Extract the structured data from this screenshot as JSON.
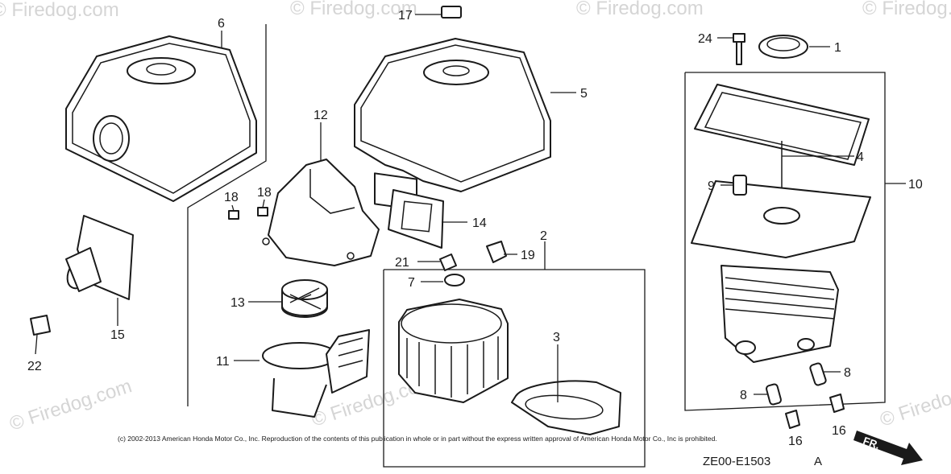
{
  "diagram": {
    "callouts": {
      "c1": "1",
      "c2": "2",
      "c3": "3",
      "c4": "4",
      "c5": "5",
      "c6": "6",
      "c7": "7",
      "c8a": "8",
      "c8b": "8",
      "c9": "9",
      "c10": "10",
      "c11": "11",
      "c12": "12",
      "c13": "13",
      "c14": "14",
      "c15": "15",
      "c16a": "16",
      "c16b": "16",
      "c17": "17",
      "c18a": "18",
      "c18b": "18",
      "c19": "19",
      "c21": "21",
      "c22": "22",
      "c24": "24"
    },
    "watermark": "© Firedog.com",
    "copyright": "(c) 2002-2013 American Honda Motor Co., Inc. Reproduction of the contents of this publication in whole or in part without the express written approval of American Honda Motor Co., Inc is prohibited.",
    "reference_code": "ZE00-E1503",
    "reference_suffix": "A",
    "direction_label": "FR."
  }
}
